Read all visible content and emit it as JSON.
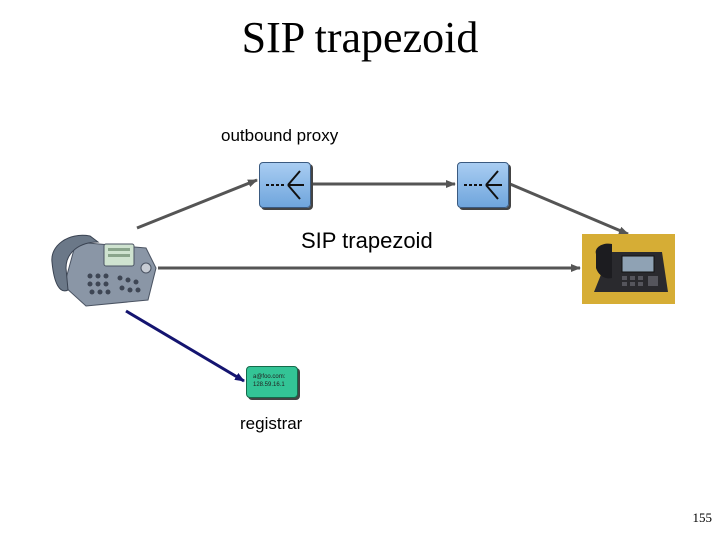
{
  "title": "SIP trapezoid",
  "labels": {
    "outbound_proxy": "outbound proxy",
    "trapezoid": "SIP trapezoid",
    "registrar": "registrar"
  },
  "registrar_box": {
    "line1": "a@foo.com:",
    "line2": "128.59.16.1"
  },
  "page_number": "155",
  "colors": {
    "proxy_fill": "#8ab8e8",
    "registrar_fill": "#33c496",
    "arrow_gray": "#555555",
    "arrow_navy": "#141470",
    "callee_bg": "#c89a1e"
  },
  "icons": [
    "proxy-server-icon",
    "desk-phone-icon",
    "ip-phone-icon",
    "registrar-server-icon"
  ]
}
